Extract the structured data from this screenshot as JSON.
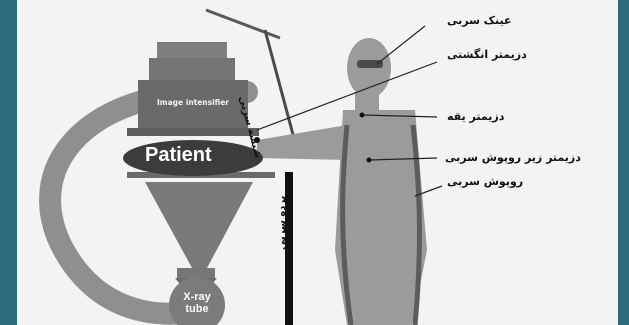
{
  "labels": {
    "lead_glasses": "عینک سربی",
    "finger_dosimeter": "دزیمتر انگشتی",
    "collar_dosimeter": "دزیمتر یقه",
    "under_apron_dosimeter": "دزیمتر زیر روپوش سربی",
    "lead_apron": "روپوش سربی",
    "lead_glass": "شیشه سربی",
    "lead_curtain": "پرده سربی",
    "image_intensifier": "Image intensifier",
    "patient": "Patient",
    "xray_tube": "X-ray tube"
  },
  "colors": {
    "frame": "#2b6b7e",
    "background": "#f3f3f3",
    "equipment": "#8a8a8a",
    "figure": "#9b9b9b",
    "patient_fill": "#3c3c3c"
  }
}
